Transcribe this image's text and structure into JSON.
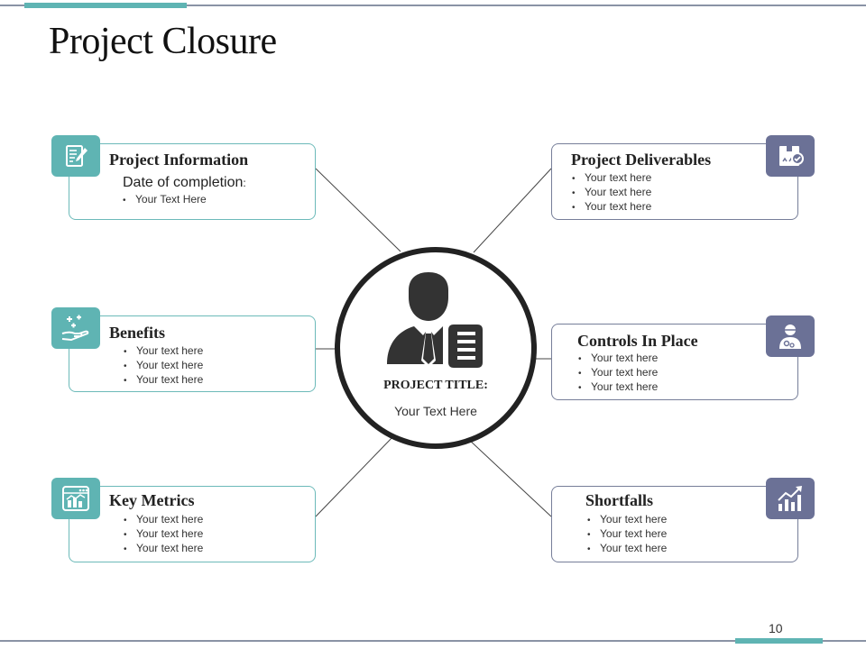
{
  "slide": {
    "title": "Project Closure",
    "page_number": "10"
  },
  "center": {
    "icon": "businessman-document-icon",
    "title": "PROJECT TITLE:",
    "text": "Your Text Here"
  },
  "boxes": {
    "project_information": {
      "icon": "clipboard-edit-icon",
      "title": "Project Information",
      "subheading": "Date of completion",
      "subheading_colon": ":",
      "bullets": [
        "Your Text Here"
      ]
    },
    "benefits": {
      "icon": "hand-sparkle-icon",
      "title": "Benefits",
      "bullets": [
        "Your text here",
        "Your text here",
        "Your text here"
      ]
    },
    "key_metrics": {
      "icon": "dashboard-chart-icon",
      "title": "Key Metrics",
      "bullets": [
        "Your text here",
        "Your text here",
        "Your text here"
      ]
    },
    "project_deliverables": {
      "icon": "package-check-icon",
      "title": "Project Deliverables",
      "bullets": [
        "Your text here",
        "Your text here",
        "Your text here"
      ]
    },
    "controls_in_place": {
      "icon": "user-settings-icon",
      "title": "Controls In Place",
      "bullets": [
        "Your text here",
        "Your text here",
        "Your text here"
      ]
    },
    "shortfalls": {
      "icon": "growth-chart-icon",
      "title": "Shortfalls",
      "bullets": [
        "Your text here",
        "Your text here",
        "Your text here"
      ]
    }
  },
  "colors": {
    "teal": "#5fb4b3",
    "slate": "#6b7196",
    "accent_line": "#8a93a5"
  }
}
